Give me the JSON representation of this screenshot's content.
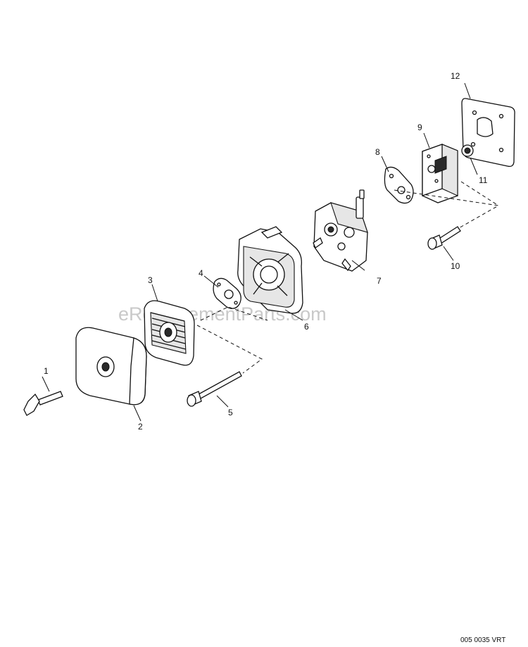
{
  "watermark": "eReplacementParts.com",
  "diagram_code": "005 0035 VRT",
  "callouts": [
    {
      "id": "1"
    },
    {
      "id": "2"
    },
    {
      "id": "3"
    },
    {
      "id": "4"
    },
    {
      "id": "5"
    },
    {
      "id": "6"
    },
    {
      "id": "7"
    },
    {
      "id": "8"
    },
    {
      "id": "9"
    },
    {
      "id": "10"
    },
    {
      "id": "11"
    },
    {
      "id": "12"
    }
  ]
}
